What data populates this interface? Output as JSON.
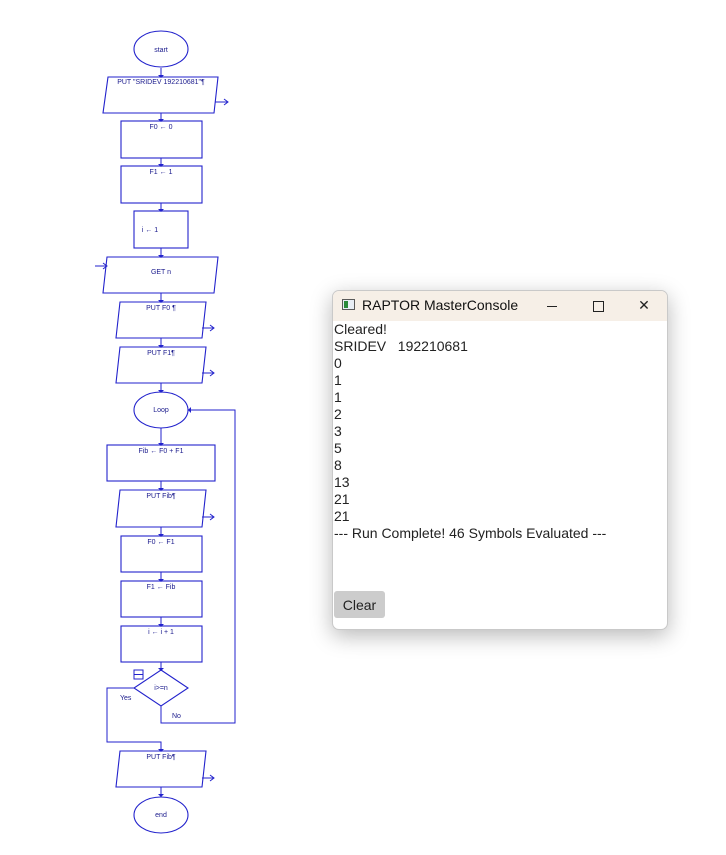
{
  "flowchart": {
    "start": "start",
    "put_name": "PUT \"SRIDEV   192210681\"¶",
    "assign_f0": "F0 ← 0",
    "assign_f1": "F1 ← 1",
    "assign_i": "i ← 1",
    "get_n": "GET n",
    "put_f0": "PUT F0 ¶",
    "put_f1": "PUT F1¶",
    "loop": "Loop",
    "fib_calc": "Fib ← F0 + F1",
    "put_fib": "PUT Fib¶",
    "shift_f0": "F0 ← F1",
    "shift_f1": "F1 ← Fib",
    "inc_i": "i ← i + 1",
    "condition": "i>=n",
    "yes": "Yes",
    "no": "No",
    "put_fib_end": "PUT Fib¶",
    "end": "end"
  },
  "console": {
    "title": "RAPTOR MasterConsole",
    "lines": [
      "Cleared!",
      "SRIDEV   192210681",
      "0",
      "1",
      "1",
      "2",
      "3",
      "5",
      "8",
      "13",
      "21",
      "21",
      "--- Run Complete! 46 Symbols Evaluated ---"
    ],
    "clear_label": "Clear",
    "close_glyph": "✕"
  },
  "colors": {
    "flow_stroke": "#2222cc",
    "titlebar": "#f6efe7",
    "button": "#cccccc"
  }
}
